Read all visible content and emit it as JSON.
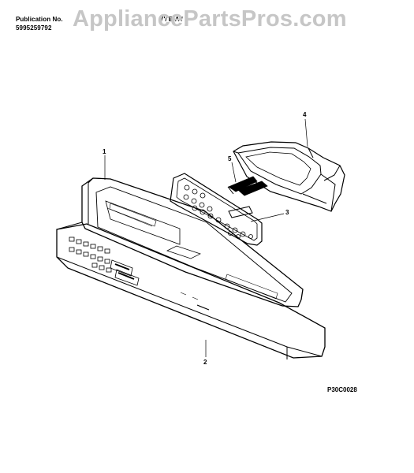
{
  "header": {
    "publication_label": "Publication No.",
    "publication_number": "5995259792",
    "model_code": "7'/ B/A /"
  },
  "watermark": "AppliancePartsPros.com",
  "figure_code": "P30C0028",
  "callouts": {
    "c1": "1",
    "c2": "2",
    "c3": "3",
    "c4": "4",
    "c5": "5"
  },
  "icons": {
    "console": "control-panel-console-drawing",
    "overlay": "control-panel-overlay-drawing",
    "board": "keypad-circuit-board-drawing",
    "housing": "electronic-control-housing-drawing",
    "cable": "ribbon-cable-drawing"
  }
}
